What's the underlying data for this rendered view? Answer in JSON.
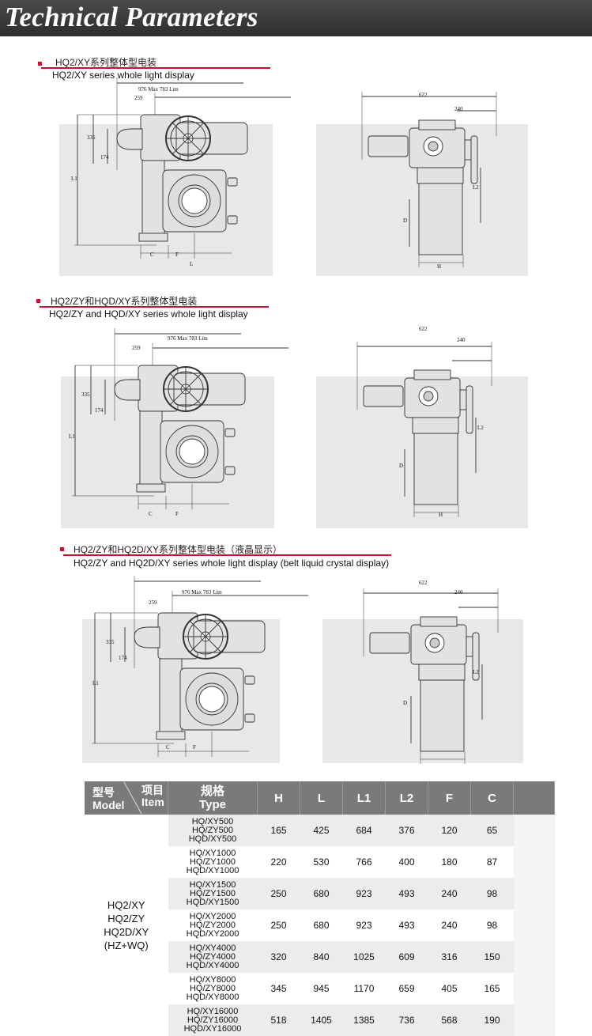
{
  "header": {
    "title": "Technical Parameters"
  },
  "sections": [
    {
      "zh": "HQ2/XY系列整体型电装",
      "en": "HQ2/XY series whole light display"
    },
    {
      "zh": "HQ2/ZY和HQD/XY系列整体型电装",
      "en": "HQ2/ZY and HQD/XY series whole light display"
    },
    {
      "zh": "HQ2/ZY和HQ2D/XY系列整体型电装（液晶显示）",
      "en": "HQ2/ZY and HQ2D/XY series whole light display (belt liquid crystal display)"
    }
  ],
  "drawing_labels": {
    "front_top": "976 Max  783 Lim",
    "d259": "259",
    "d335": "335",
    "d174": "174",
    "L1": "L1",
    "L": "L",
    "C": "C",
    "F": "F",
    "side_622": "622",
    "side_240": "240",
    "L2": "L2",
    "D": "D",
    "H": "H"
  },
  "table": {
    "headers": {
      "model_zh": "型号",
      "model_en": "Model",
      "item_zh": "项目",
      "item_en": "Item",
      "type_zh": "规格",
      "type_en": "Type",
      "cols": [
        "H",
        "L",
        "L1",
        "L2",
        "F",
        "C"
      ]
    },
    "model_lines": [
      "HQ2/XY",
      "HQ2/ZY",
      "HQ2D/XY",
      "(HZ+WQ)"
    ],
    "rows": [
      {
        "types": [
          "HQ/XY500",
          "HQ/ZY500",
          "HQD/XY500"
        ],
        "values": [
          "165",
          "425",
          "684",
          "376",
          "120",
          "65"
        ]
      },
      {
        "types": [
          "HQ/XY1000",
          "HQ/ZY1000",
          "HQD/XY1000"
        ],
        "values": [
          "220",
          "530",
          "766",
          "400",
          "180",
          "87"
        ]
      },
      {
        "types": [
          "HQ/XY1500",
          "HQ/ZY1500",
          "HQD/XY1500"
        ],
        "values": [
          "250",
          "680",
          "923",
          "493",
          "240",
          "98"
        ]
      },
      {
        "types": [
          "HQ/XY2000",
          "HQ/ZY2000",
          "HQD/XY2000"
        ],
        "values": [
          "250",
          "680",
          "923",
          "493",
          "240",
          "98"
        ]
      },
      {
        "types": [
          "HQ/XY4000",
          "HQ/ZY4000",
          "HQD/XY4000"
        ],
        "values": [
          "320",
          "840",
          "1025",
          "609",
          "316",
          "150"
        ]
      },
      {
        "types": [
          "HQ/XY8000",
          "HQ/ZY8000",
          "HQD/XY8000"
        ],
        "values": [
          "345",
          "945",
          "1170",
          "659",
          "405",
          "165"
        ]
      },
      {
        "types": [
          "HQ/XY16000",
          "HQ/ZY16000",
          "HQD/XY16000"
        ],
        "values": [
          "518",
          "1405",
          "1385",
          "736",
          "568",
          "190"
        ]
      }
    ]
  }
}
